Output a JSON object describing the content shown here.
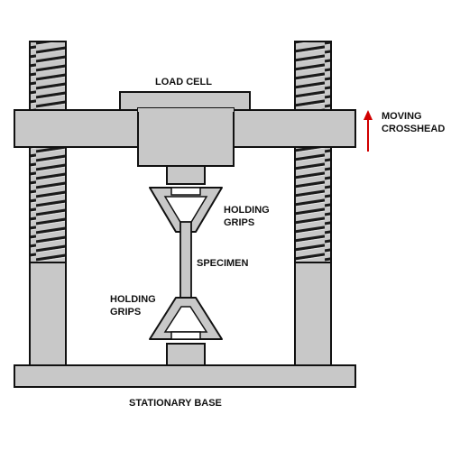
{
  "labels": {
    "load_cell": "LOAD CELL",
    "moving_crosshead_line1": "MOVING",
    "moving_crosshead_line2": "CROSSHEAD",
    "upper_grips_line1": "HOLDING",
    "upper_grips_line2": "GRIPS",
    "specimen": "SPECIMEN",
    "lower_grips_line1": "HOLDING",
    "lower_grips_line2": "GRIPS",
    "stationary_base": "STATIONARY BASE"
  },
  "colors": {
    "part_fill": "#c8c8c8",
    "outline": "#111111",
    "arrow": "#d10000",
    "background": "#ffffff"
  }
}
